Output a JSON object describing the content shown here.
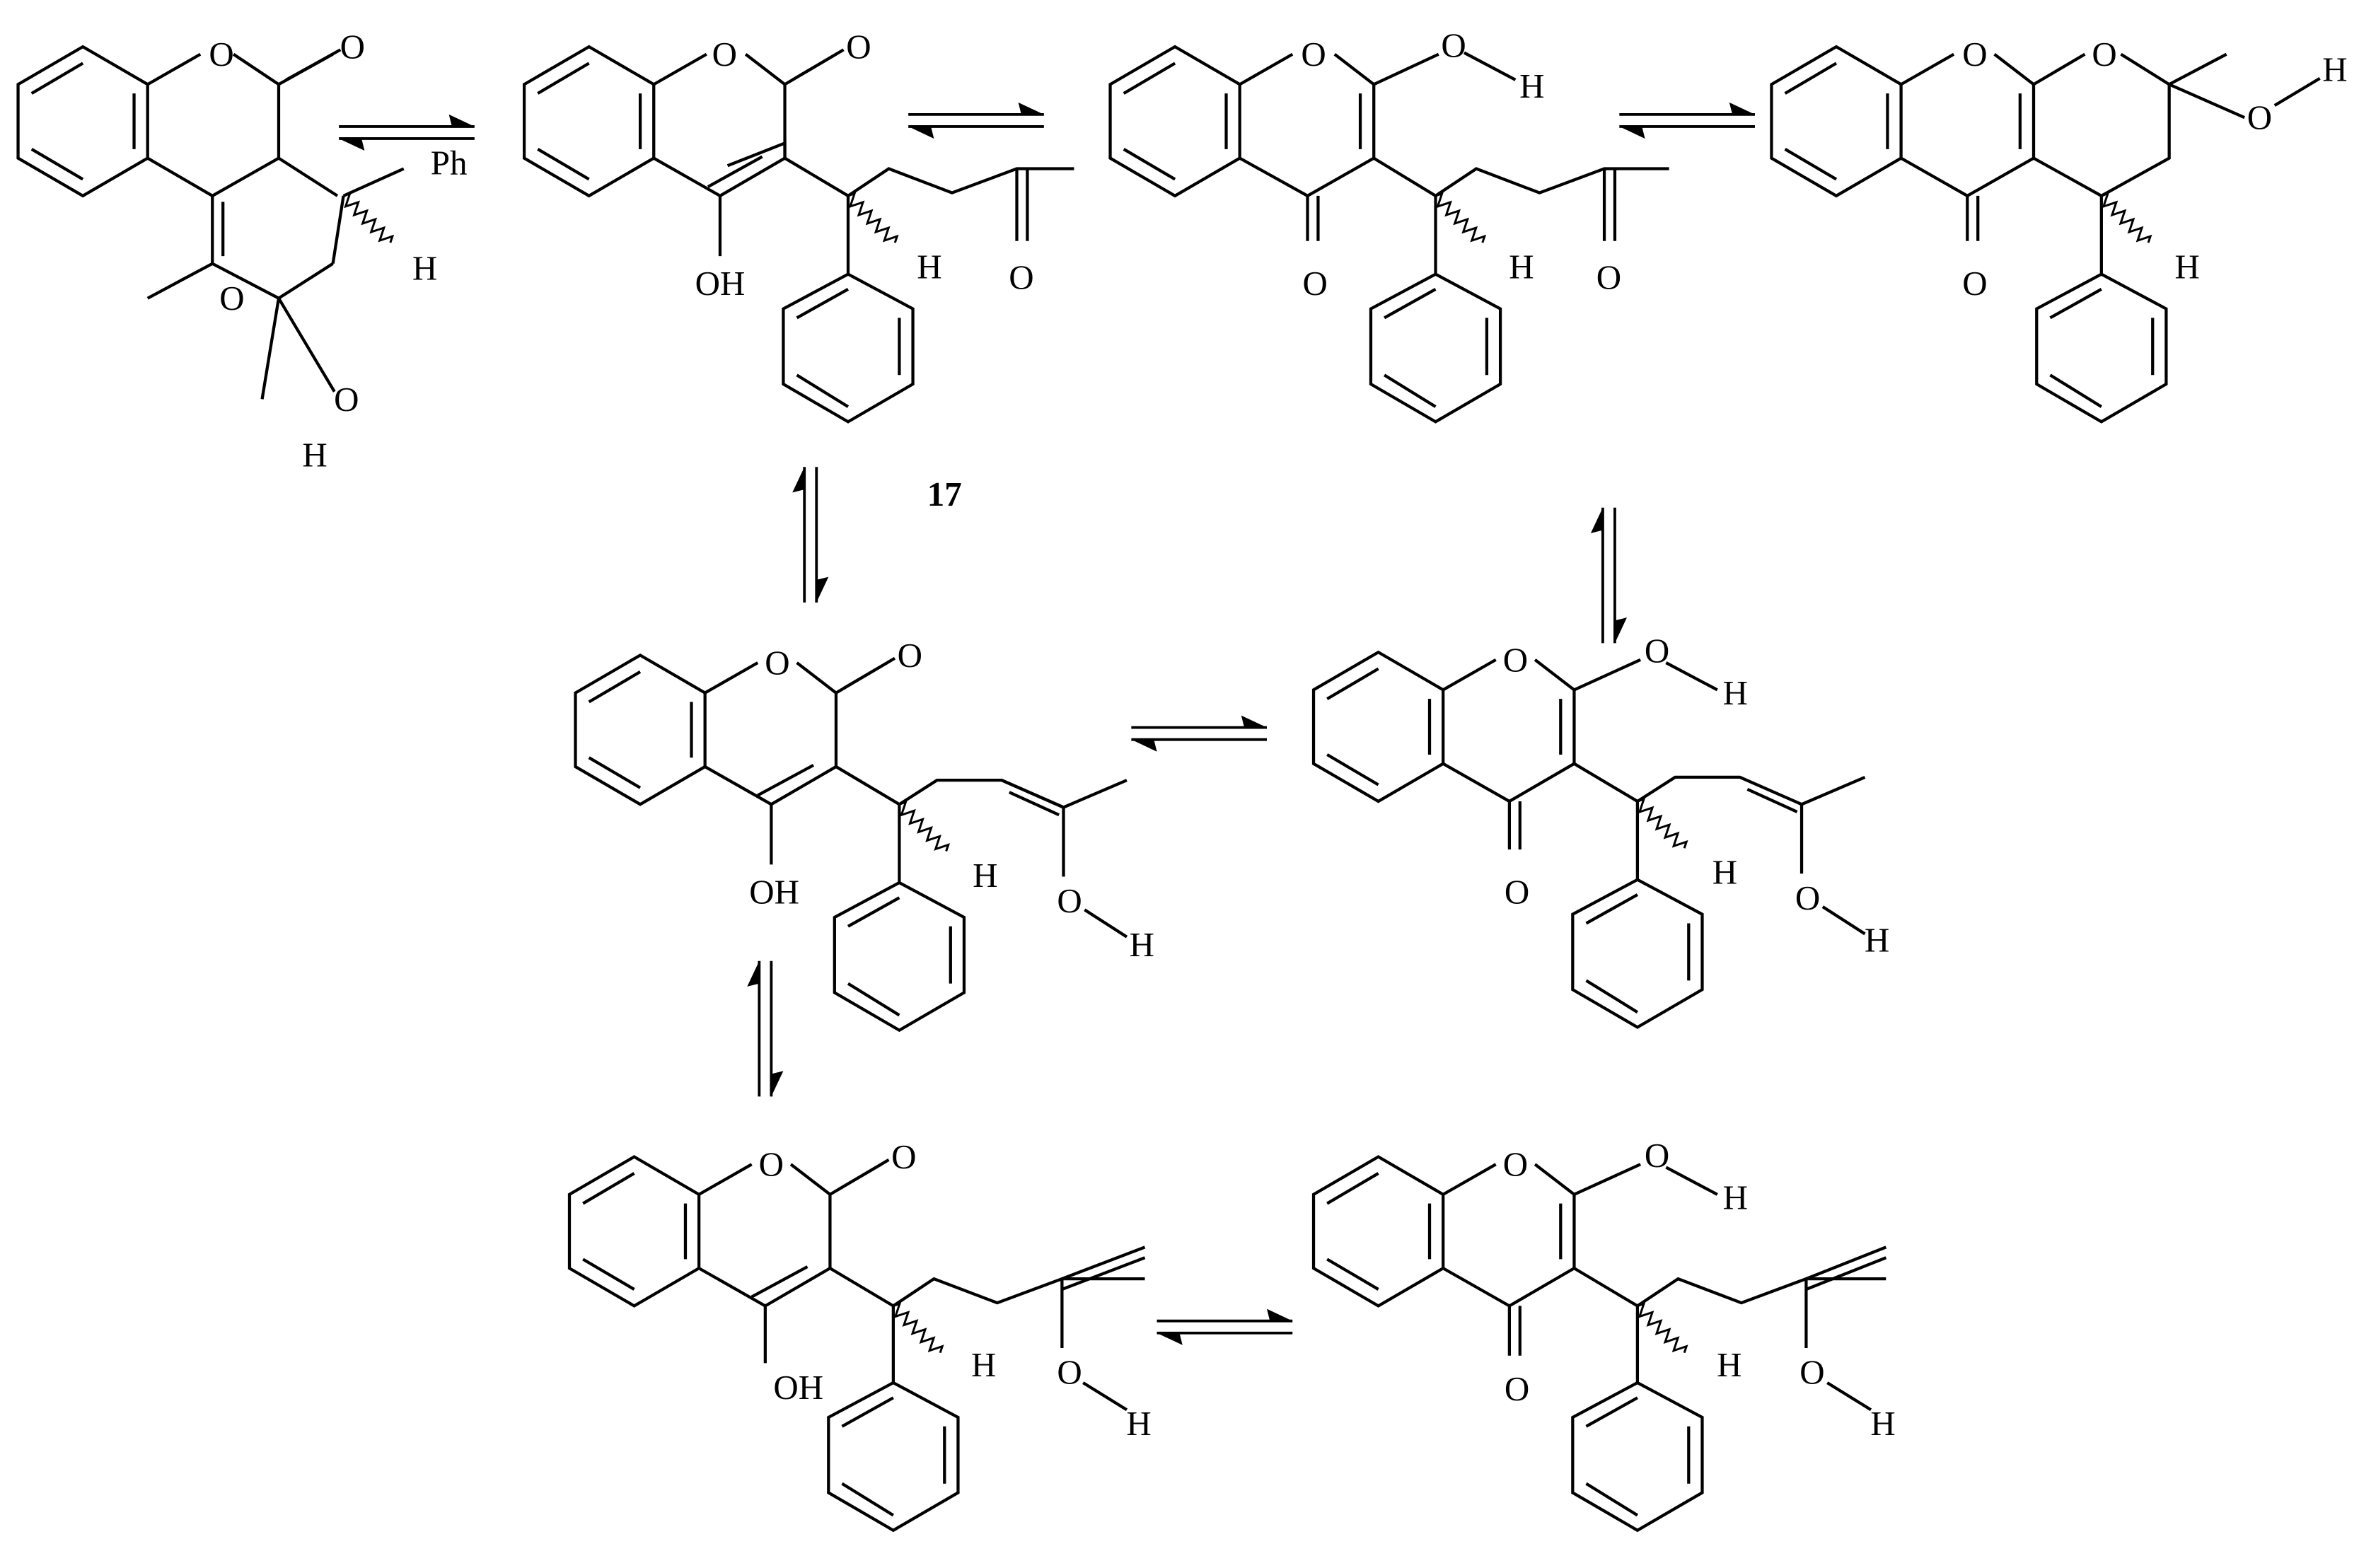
{
  "atoms": {
    "O": "O",
    "H": "H",
    "OH": "OH",
    "Ph": "Ph"
  },
  "labels": {
    "compound_17": "17"
  },
  "colors": {
    "ink": "#000000",
    "background": "#ffffff"
  }
}
